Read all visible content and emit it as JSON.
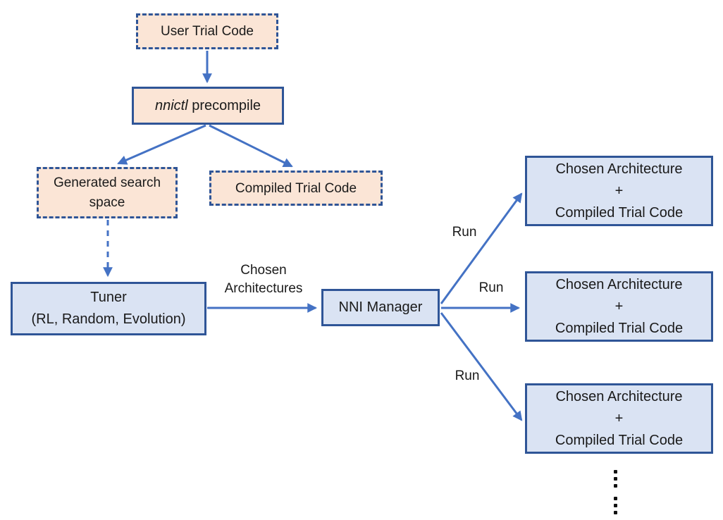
{
  "colors": {
    "peach_fill": "#fbe5d6",
    "blue_fill": "#dae3f3",
    "border_blue": "#2f5597",
    "arrow_blue": "#4472c4",
    "text": "#1a1a1a"
  },
  "nodes": {
    "user_trial_code": {
      "label": "User Trial Code"
    },
    "nnictl_precompile": {
      "command": "nnictl",
      "suffix": "precompile"
    },
    "generated_search_space": {
      "label": "Generated search space"
    },
    "compiled_trial_code": {
      "label": "Compiled Trial Code"
    },
    "tuner": {
      "line1": "Tuner",
      "line2": "(RL, Random, Evolution)"
    },
    "nni_manager": {
      "label": "NNI Manager"
    }
  },
  "trial_boxes": [
    {
      "line1": "Chosen Architecture",
      "line2": "+",
      "line3": "Compiled Trial Code"
    },
    {
      "line1": "Chosen Architecture",
      "line2": "+",
      "line3": "Compiled Trial Code"
    },
    {
      "line1": "Chosen Architecture",
      "line2": "+",
      "line3": "Compiled Trial Code"
    }
  ],
  "edge_labels": {
    "chosen_architectures": "Chosen Architectures",
    "run_top": "Run",
    "run_middle": "Run",
    "run_bottom": "Run"
  },
  "icons": {
    "continuation_top": "vertical-ellipsis",
    "continuation_bottom": "vertical-ellipsis"
  }
}
